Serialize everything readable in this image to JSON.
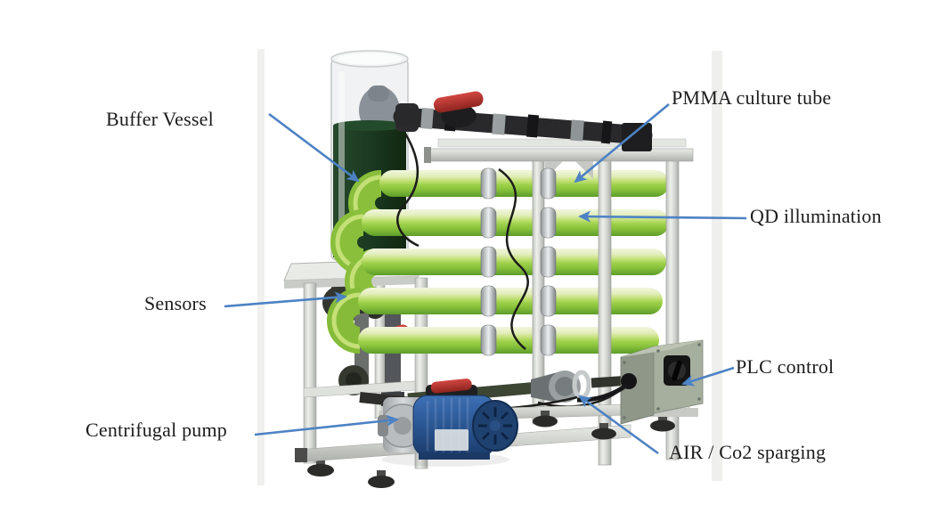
{
  "figure": {
    "subject": "Tubular photobioreactor system – labeled component diagram",
    "background": "#ffffff"
  },
  "colors": {
    "arrow_blue": "#4d82c4",
    "culture_tube_green": "#8cc63e",
    "algae_dark_green": "#1c3a22",
    "frame_aluminum": "#d9dbd7",
    "pump_blue": "#2c5d9e",
    "plc_gray": "#a6ae9e",
    "valve_red": "#c23a36",
    "pipe_black": "#29292b"
  },
  "annotations": [
    {
      "id": "buffer-vessel",
      "label": "Buffer Vessel"
    },
    {
      "id": "pmma-culture-tube",
      "label": "PMMA culture tube"
    },
    {
      "id": "qd-illumination",
      "label": "QD illumination"
    },
    {
      "id": "sensors",
      "label": "Sensors"
    },
    {
      "id": "plc-control",
      "label": "PLC control"
    },
    {
      "id": "centrifugal-pump",
      "label": "Centrifugal pump"
    },
    {
      "id": "air-co2-sparging",
      "label": "AIR / Co2 sparging"
    }
  ]
}
